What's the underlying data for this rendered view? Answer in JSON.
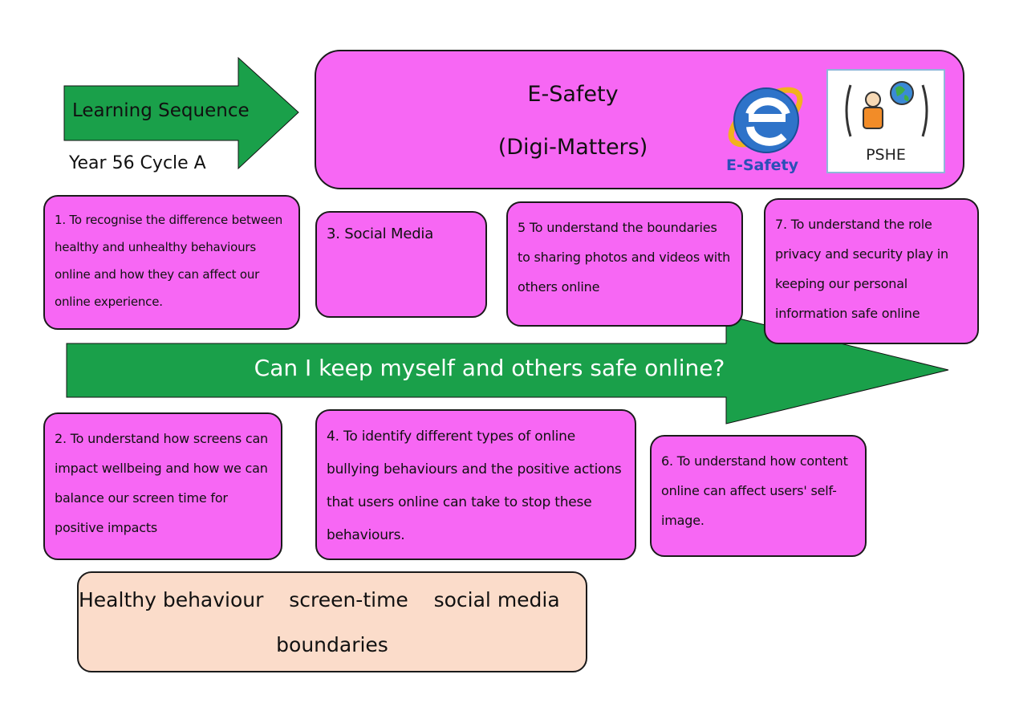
{
  "header": {
    "arrow_label": "Learning Sequence",
    "year_label": "Year 56 Cycle A",
    "title": "E-Safety",
    "subtitle": "(Digi-Matters)",
    "logo_esafety_text": "E-Safety",
    "logo_pshe_text": "PSHE"
  },
  "question": "Can I keep myself and others safe online?",
  "objectives": [
    "1. To recognise the difference between healthy and unhealthy behaviours online and how they can affect our online experience.",
    "2. To understand how screens can impact wellbeing and how we can balance our screen time for positive impacts",
    "3. Social Media",
    "4. To identify different types of online bullying behaviours and the positive actions that users online can take to stop these behaviours.",
    "5 To understand the boundaries to sharing photos and videos with others online",
    "6. To understand how content online can affect users' self-image.",
    "7. To understand the role privacy and security play in keeping our personal information safe online"
  ],
  "keywords": {
    "line1": "Healthy behaviour    screen-time    social media",
    "line2": "boundaries"
  },
  "colors": {
    "card_pink": "#f767f4",
    "arrow_green": "#1aa04a",
    "keyword_peach": "#fbdcca"
  }
}
